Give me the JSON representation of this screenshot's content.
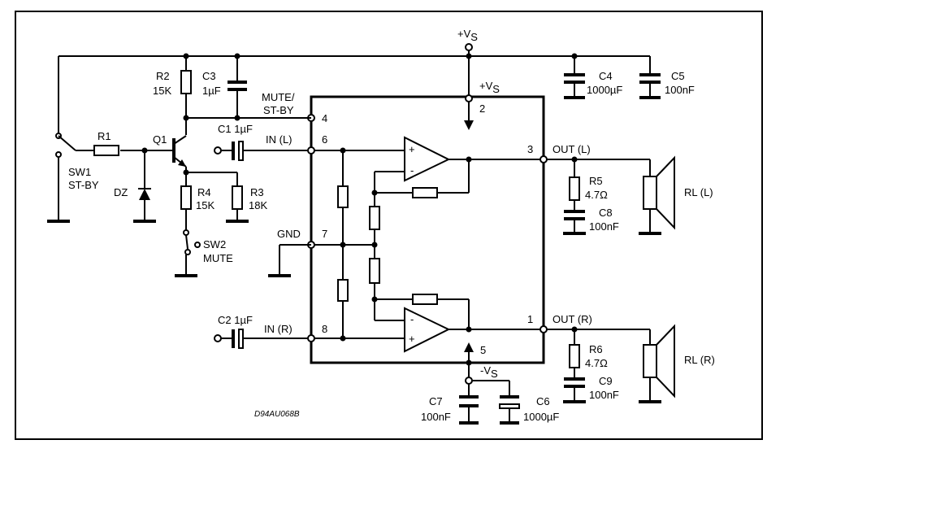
{
  "labels": {
    "vs_top": "+V",
    "vs_top_sub": "S",
    "vs_ic": "+V",
    "vs_ic_sub": "S",
    "vs_neg": "-V",
    "vs_neg_sub": "S",
    "pin2": "2",
    "pin3": "3",
    "pin4": "4",
    "pin6": "6",
    "pin7": "7",
    "pin8": "8",
    "pin1": "1",
    "pin5": "5",
    "mute_stby_1": "MUTE/",
    "mute_stby_2": "ST-BY",
    "in_l": "IN (L)",
    "in_r": "IN (R)",
    "gnd": "GND",
    "out_l": "OUT (L)",
    "out_r": "OUT (R)",
    "r1": "R1",
    "r2": "R2",
    "r2_val": "15K",
    "r3": "R3",
    "r3_val": "18K",
    "r4": "R4",
    "r4_val": "15K",
    "r5": "R5",
    "r5_val": "4.7Ω",
    "r6": "R6",
    "r6_val": "4.7Ω",
    "c1": "C1 1µF",
    "c2": "C2 1µF",
    "c3": "C3",
    "c3_val": "1µF",
    "c4": "C4",
    "c4_val": "1000µF",
    "c5": "C5",
    "c5_val": "100nF",
    "c6": "C6",
    "c6_val": "1000µF",
    "c7": "C7",
    "c7_val": "100nF",
    "c8": "C8",
    "c8_val": "100nF",
    "c9": "C9",
    "c9_val": "100nF",
    "q1": "Q1",
    "dz": "DZ",
    "sw1": "SW1",
    "sw1_sub": "ST-BY",
    "sw2": "SW2",
    "sw2_sub": "MUTE",
    "rl_l": "RL (L)",
    "rl_r": "RL (R)",
    "opamp_plus": "+",
    "opamp_minus": "-",
    "drawing_code": "D94AU068B"
  }
}
